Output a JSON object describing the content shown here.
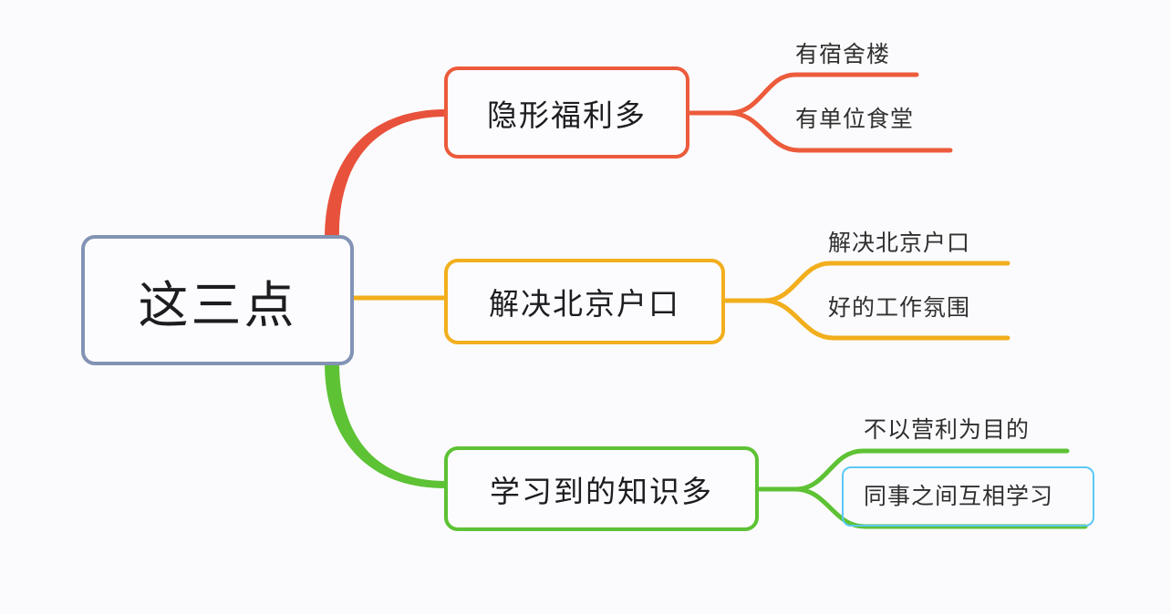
{
  "diagram": {
    "type": "mind-map",
    "background_color": "#fbfbfd",
    "root": {
      "label": "这三点",
      "border_color": "#8293b4"
    },
    "branches": [
      {
        "label": "隐形福利多",
        "color": "#ec5b3b",
        "leaves": [
          {
            "label": "有宿舍楼",
            "selected": false
          },
          {
            "label": "有单位食堂",
            "selected": false
          }
        ]
      },
      {
        "label": "解决北京户口",
        "color": "#f2ae1c",
        "leaves": [
          {
            "label": "解决北京户口",
            "selected": false
          },
          {
            "label": "好的工作氛围",
            "selected": false
          }
        ]
      },
      {
        "label": "学习到的知识多",
        "color": "#5dc234",
        "leaves": [
          {
            "label": "不以营利为目的",
            "selected": false
          },
          {
            "label": "同事之间互相学习",
            "selected": true
          }
        ]
      }
    ],
    "selection": {
      "border_color": "#5bc8f5",
      "target_label": "同事之间互相学习"
    }
  }
}
